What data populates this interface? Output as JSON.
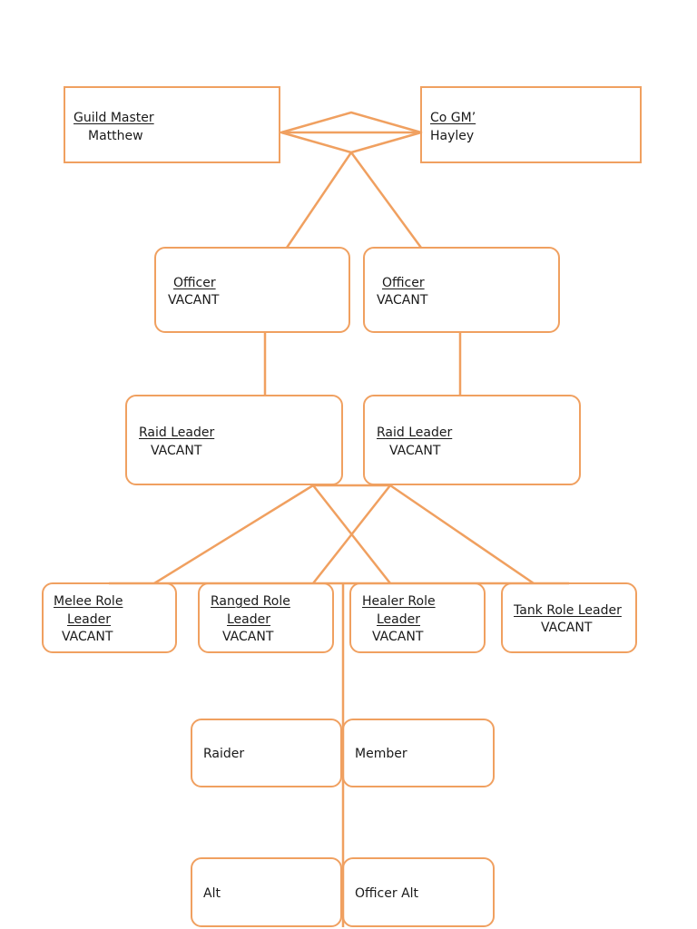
{
  "colors": {
    "line": "#f0a060",
    "text": "#1a1a1a",
    "background": "#ffffff"
  },
  "nodes": {
    "guild_master": {
      "title": "Guild Master ",
      "name": "Matthew"
    },
    "co_gm": {
      "title": "Co GM’",
      "name": "Hayley"
    },
    "officer_1": {
      "title": "Officer",
      "name": "VACANT"
    },
    "officer_2": {
      "title": "Officer",
      "name": "VACANT"
    },
    "raid_leader_1": {
      "title": "Raid Leader ",
      "name": "VACANT"
    },
    "raid_leader_2": {
      "title": "Raid Leader ",
      "name": "VACANT"
    },
    "melee_role_leader": {
      "title_1": "Melee Role",
      "title_2": "Leader",
      "name": "VACANT"
    },
    "ranged_role_leader": {
      "title_1": "Ranged Role",
      "title_2": "Leader",
      "name": "VACANT"
    },
    "healer_role_leader": {
      "title_1": "Healer Role",
      "title_2": "Leader",
      "name": "VACANT"
    },
    "tank_role_leader": {
      "title": "Tank Role Leader",
      "name": "VACANT"
    },
    "raider": {
      "label": "Raider"
    },
    "member": {
      "label": "Member"
    },
    "alt": {
      "label": "Alt"
    },
    "officer_alt": {
      "label": "Officer Alt"
    }
  }
}
